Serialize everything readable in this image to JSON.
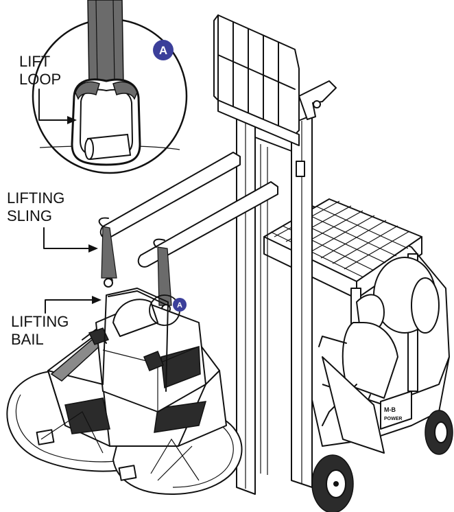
{
  "labels": {
    "lift_loop_line1": "LIFT",
    "lift_loop_line2": "LOOP",
    "lifting_sling_line1": "LIFTING",
    "lifting_sling_line2": "SLING",
    "lifting_bail_line1": "LIFTING",
    "lifting_bail_line2": "BAIL"
  },
  "callouts": {
    "detail_badge": "A",
    "reference_badge": "A"
  },
  "forklift_brand": "M-B POWER",
  "colors": {
    "badge": "#3b3f9a",
    "line": "#111111",
    "sling": "#6b6b6b"
  }
}
